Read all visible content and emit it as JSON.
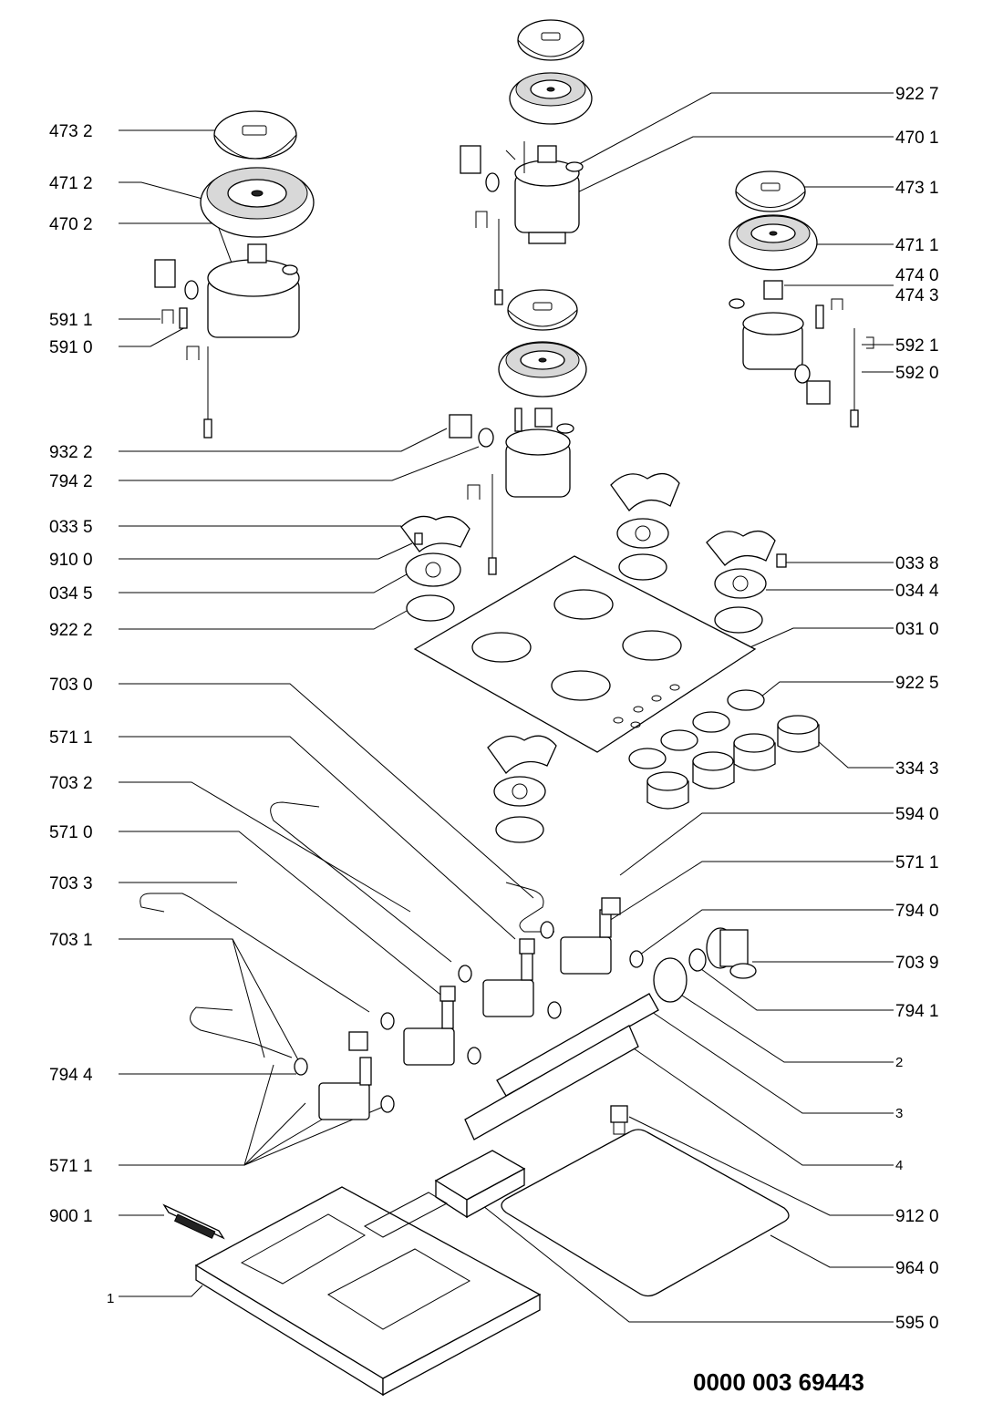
{
  "document_number": "0000 003 69443",
  "left_labels": [
    {
      "id": "l-4732",
      "text": "473 2"
    },
    {
      "id": "l-4712",
      "text": "471 2"
    },
    {
      "id": "l-4702",
      "text": "470 2"
    },
    {
      "id": "l-5911",
      "text": "591 1"
    },
    {
      "id": "l-5910",
      "text": "591 0"
    },
    {
      "id": "l-9322",
      "text": "932 2"
    },
    {
      "id": "l-7942",
      "text": "794 2"
    },
    {
      "id": "l-0335",
      "text": "033 5"
    },
    {
      "id": "l-9100",
      "text": "910 0"
    },
    {
      "id": "l-0345",
      "text": "034 5"
    },
    {
      "id": "l-9222",
      "text": "922 2"
    },
    {
      "id": "l-7030",
      "text": "703 0"
    },
    {
      "id": "l-5711a",
      "text": "571 1"
    },
    {
      "id": "l-7032",
      "text": "703 2"
    },
    {
      "id": "l-5710",
      "text": "571 0"
    },
    {
      "id": "l-7033",
      "text": "703 3"
    },
    {
      "id": "l-7031",
      "text": "703 1"
    },
    {
      "id": "l-7944",
      "text": "794 4"
    },
    {
      "id": "l-5711b",
      "text": "571 1"
    },
    {
      "id": "l-9001",
      "text": "900 1"
    },
    {
      "id": "l-1",
      "text": "1"
    }
  ],
  "right_labels": [
    {
      "id": "r-9227",
      "text": "922 7"
    },
    {
      "id": "r-4701",
      "text": "470 1"
    },
    {
      "id": "r-4731",
      "text": "473 1"
    },
    {
      "id": "r-4711",
      "text": "471 1"
    },
    {
      "id": "r-4740",
      "text": "474 0"
    },
    {
      "id": "r-4743",
      "text": "474 3"
    },
    {
      "id": "r-5921",
      "text": "592 1"
    },
    {
      "id": "r-5920",
      "text": "592 0"
    },
    {
      "id": "r-0338",
      "text": "033 8"
    },
    {
      "id": "r-0344",
      "text": "034 4"
    },
    {
      "id": "r-0310",
      "text": "031 0"
    },
    {
      "id": "r-9225",
      "text": "922 5"
    },
    {
      "id": "r-3343",
      "text": "334 3"
    },
    {
      "id": "r-5940",
      "text": "594 0"
    },
    {
      "id": "r-5711",
      "text": "571 1"
    },
    {
      "id": "r-7940",
      "text": "794 0"
    },
    {
      "id": "r-7039",
      "text": "703 9"
    },
    {
      "id": "r-7941",
      "text": "794 1"
    },
    {
      "id": "r-2",
      "text": "2"
    },
    {
      "id": "r-3",
      "text": "3"
    },
    {
      "id": "r-4",
      "text": "4"
    },
    {
      "id": "r-9120",
      "text": "912 0"
    },
    {
      "id": "r-9640",
      "text": "964 0"
    },
    {
      "id": "r-5950",
      "text": "595 0"
    }
  ]
}
